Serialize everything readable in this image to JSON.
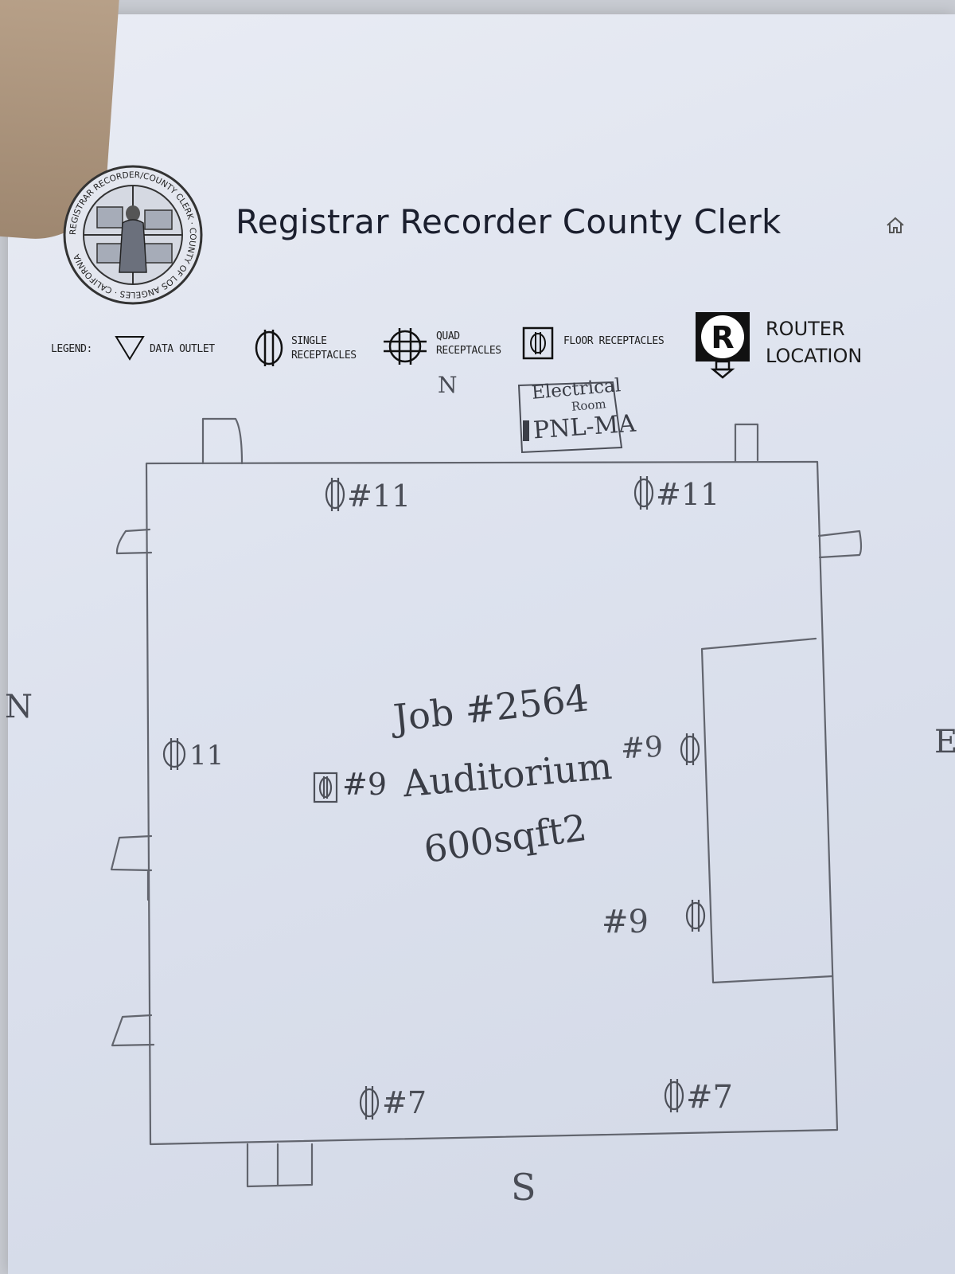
{
  "header": {
    "title": "Registrar Recorder County Clerk",
    "seal_text": "REGISTRAR RECORDER/COUNTY CLERK · COUNTY OF LOS ANGELES · CALIFORNIA"
  },
  "legend": {
    "label": "LEGEND:",
    "items": [
      {
        "icon": "data-outlet-triangle-icon",
        "label": "DATA OUTLET"
      },
      {
        "icon": "single-receptacle-icon",
        "label_line1": "SINGLE",
        "label_line2": "RECEPTACLES"
      },
      {
        "icon": "quad-receptacle-icon",
        "label_line1": "QUAD",
        "label_line2": "RECEPTACLES"
      },
      {
        "icon": "floor-receptacle-icon",
        "label": "FLOOR RECEPTACLES"
      },
      {
        "icon": "router-icon",
        "label_line1": "ROUTER",
        "label_line2": "LOCATION"
      }
    ]
  },
  "sketch": {
    "north_top": "N",
    "electrical_room_line1": "Electrical",
    "electrical_room_line2": "Room",
    "panel": "PNL-MA",
    "compass_west": "N",
    "compass_east": "E",
    "compass_south": "S",
    "receptacles": {
      "top_left": "#11",
      "top_right": "#11",
      "left": "11",
      "floor_center": "#9",
      "right_upper": "#9",
      "right_lower": "#9",
      "bottom_left": "#7",
      "bottom_right": "#7"
    },
    "room": {
      "job": "Job #2564",
      "name": "Auditorium",
      "area": "600sqft2"
    }
  }
}
